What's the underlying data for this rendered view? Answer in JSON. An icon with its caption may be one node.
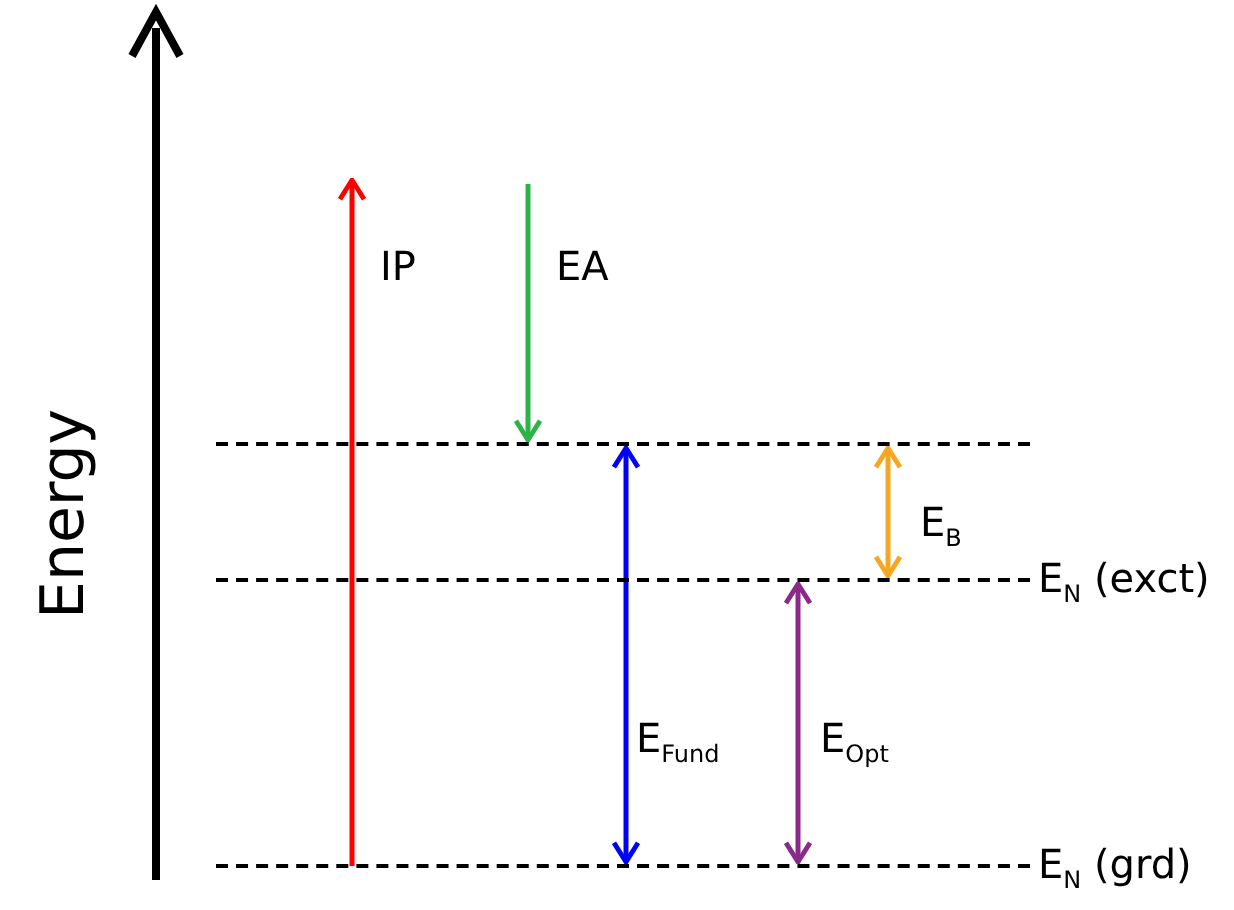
{
  "diagram": {
    "nodes": [
      {
        "text": [],
        "shape": "line"
      },
      {
        "text": [
          "E$_{N}$ (exct)"
        ]
      },
      {
        "text": [
          "E$_{N}$ (grd)"
        ]
      }
    ],
    "edges": [
      {
        "from": 2,
        "to": null,
        "arrow": "to",
        "label": "IP",
        "color": "#ff0000"
      },
      {
        "from": null,
        "to": 0,
        "arrow": "to",
        "label": "EA",
        "color": "#2db34a"
      },
      {
        "from": 0,
        "to": 2,
        "arrow": "both",
        "label": "E$_{Fund}$",
        "color": "#0000ff"
      },
      {
        "from": 0,
        "to": 1,
        "arrow": "both",
        "label": "E$_{B}$",
        "color": "#f5a623"
      },
      {
        "from": 1,
        "to": 2,
        "arrow": "both",
        "label": "E$_{Opt}$",
        "color": "#8b2a8b"
      }
    ],
    "labels": [
      "Energy"
    ]
  }
}
